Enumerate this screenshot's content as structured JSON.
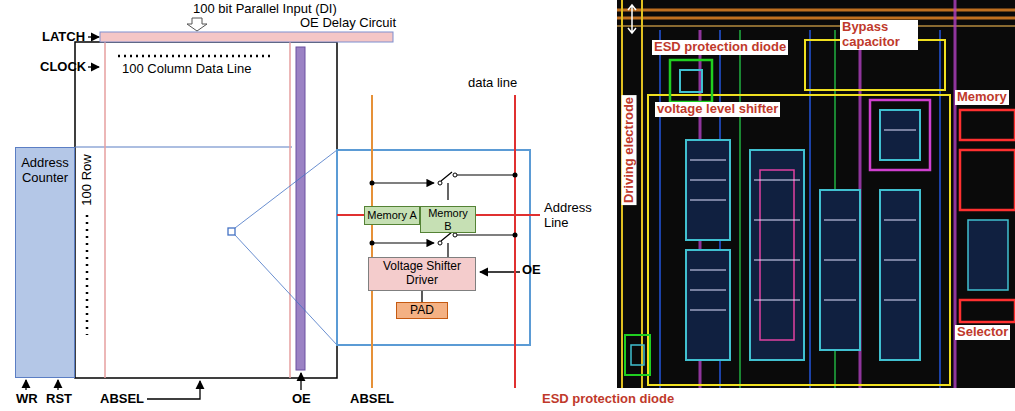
{
  "diagram": {
    "nodes": [
      {
        "text": [
          "Address Counter"
        ]
      },
      {
        "text": [
          "Memory A"
        ]
      },
      {
        "text": [
          "Memory B"
        ]
      },
      {
        "text": [
          "Voltage Shifter Driver"
        ]
      },
      {
        "text": [
          "PAD"
        ]
      }
    ],
    "edges": [
      {
        "from": 3,
        "to": 4,
        "arrow": "none"
      }
    ],
    "labels": [
      "100 bit Parallel Input (DI)",
      "LATCH",
      "CLOCK",
      "100 Column Data Line",
      "OE Delay Circuit",
      "100 Row",
      "WR",
      "RST",
      "ABSEL",
      "OE",
      "data line",
      "Address Line",
      "OE",
      "ABSEL",
      "Driving electrode",
      "ESD protection diode",
      "Bypass capacitor",
      "voltage level shifter",
      "Memory",
      "Selector",
      "ESD protection diode"
    ]
  }
}
